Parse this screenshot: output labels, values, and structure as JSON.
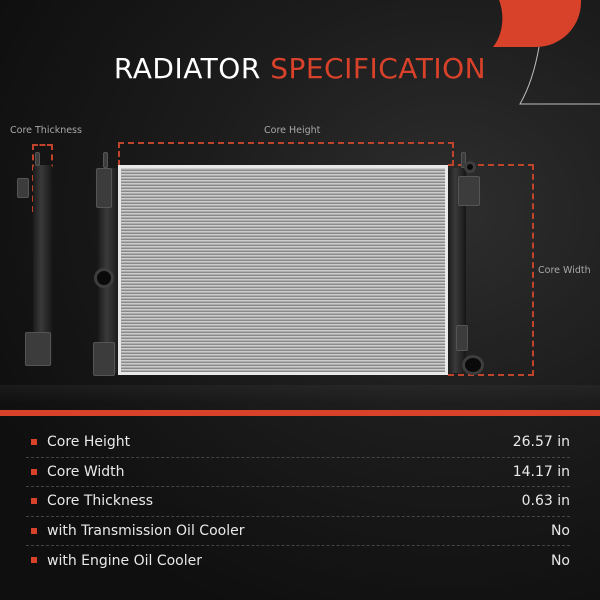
{
  "header": {
    "title_white": "RADIATOR",
    "title_orange": "SPECIFICATION"
  },
  "diagram": {
    "labels": {
      "core_thickness": "Core Thickness",
      "core_height": "Core Height",
      "core_width": "Core Width"
    }
  },
  "specs": [
    {
      "label": "Core Height",
      "value": "26.57 in"
    },
    {
      "label": "Core Width",
      "value": "14.17 in"
    },
    {
      "label": "Core Thickness",
      "value": "0.63 in"
    },
    {
      "label": "with Transmission Oil Cooler",
      "value": "No"
    },
    {
      "label": "with Engine Oil Cooler",
      "value": "No"
    }
  ],
  "colors": {
    "accent": "#d8412a",
    "background": "#121212",
    "text": "#e9e9e9",
    "label": "#a8a8a8"
  }
}
